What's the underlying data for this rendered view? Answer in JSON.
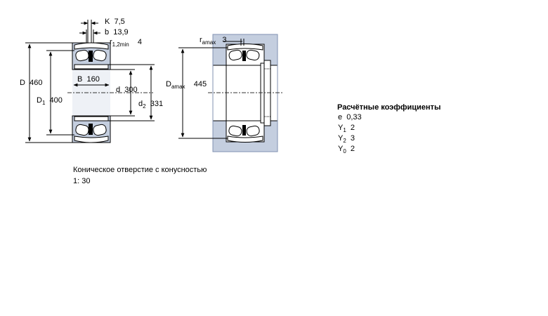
{
  "colors": {
    "housing": "#c4cedf",
    "line": "#000000",
    "axis": "#333333",
    "background": "#ffffff"
  },
  "left_view": {
    "K": {
      "symbol": "K",
      "value": "7,5"
    },
    "b": {
      "symbol": "b",
      "value": "13,9"
    },
    "r12min": {
      "symbol": "r",
      "sub": "1,2min",
      "value": "4"
    },
    "D": {
      "symbol": "D",
      "value": "460"
    },
    "D1": {
      "symbol": "D",
      "sub": "1",
      "value": "400"
    },
    "B": {
      "symbol": "B",
      "value": "160"
    },
    "d": {
      "symbol": "d",
      "value": "300"
    },
    "d2": {
      "symbol": "d",
      "sub": "2",
      "value": "331"
    }
  },
  "right_view": {
    "ramax": {
      "symbol": "r",
      "sub": "amax",
      "value": "3"
    },
    "Damax": {
      "symbol": "D",
      "sub": "amax",
      "value": "445"
    }
  },
  "note": {
    "line1": "Коническое отверстие с конусностью",
    "line2": "1:  30"
  },
  "coefficients": {
    "title": "Расчётные коэффициенты",
    "e": {
      "symbol": "e",
      "value": "0,33"
    },
    "Y1": {
      "symbol": "Y",
      "sub": "1",
      "value": "2"
    },
    "Y2": {
      "symbol": "Y",
      "sub": "2",
      "value": "3"
    },
    "Y0": {
      "symbol": "Y",
      "sub": "0",
      "value": "2"
    }
  }
}
